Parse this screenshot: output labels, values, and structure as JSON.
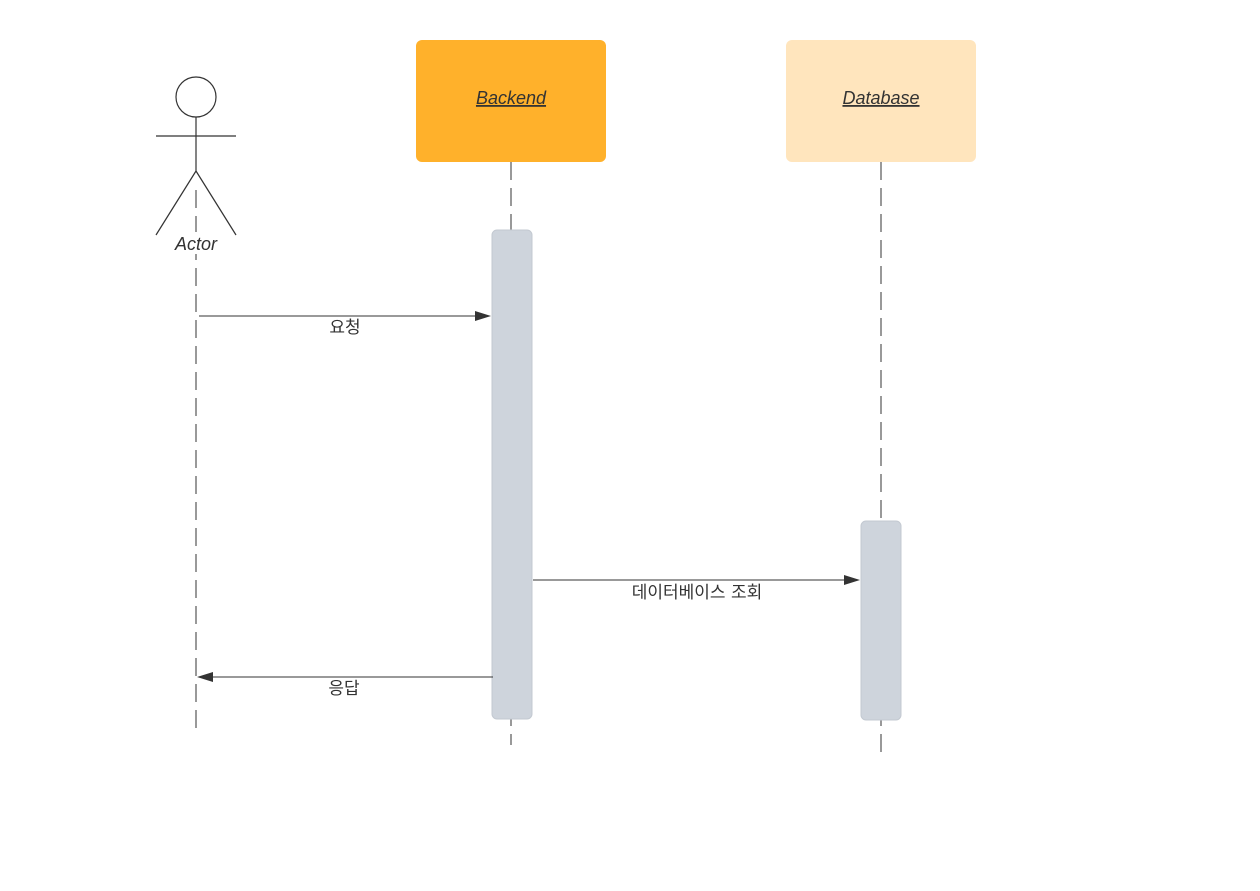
{
  "diagram": {
    "type": "sequence",
    "actor": {
      "label": "Actor"
    },
    "participants": [
      {
        "id": "backend",
        "label": "Backend",
        "fill": "#ffb12b"
      },
      {
        "id": "database",
        "label": "Database",
        "fill": "#ffe5bd"
      }
    ],
    "messages": [
      {
        "from": "actor",
        "to": "backend",
        "label": "요청"
      },
      {
        "from": "backend",
        "to": "database",
        "label": "데이터베이스 조회"
      },
      {
        "from": "backend",
        "to": "actor",
        "label": "응답"
      }
    ],
    "colors": {
      "line": "#333333",
      "activation": "#ced4dc"
    }
  }
}
